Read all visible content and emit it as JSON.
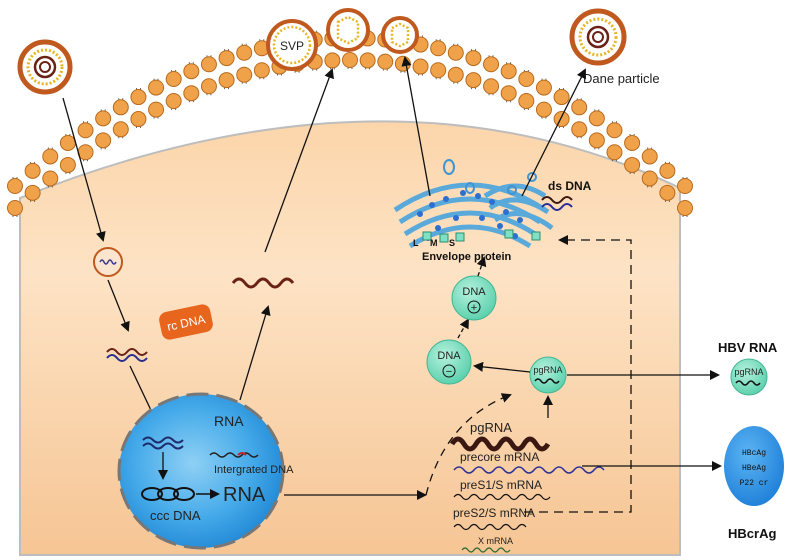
{
  "labels": {
    "svp": "SVP",
    "dane_particle": "Dane particle",
    "ds_dna": "ds DNA",
    "rc_dna": "rc DNA",
    "envelope_protein": "Envelope protein",
    "l": "L",
    "m": "M",
    "s": "S",
    "dna_plus": "DNA",
    "plus_sign": "+",
    "dna_minus": "DNA",
    "minus_sign": "−",
    "pgrna_small": "pgRNA",
    "hbv_rna_title": "HBV RNA",
    "hbv_rna_inner": "pgRNA",
    "rna_nucleus": "RNA",
    "integrated_dna": "Intergrated DNA",
    "ccc_dna": "ccc DNA",
    "rna_big": "RNA",
    "transcripts": [
      "pgRNA",
      "precore mRNA",
      "preS1/S mRNA",
      "preS2/S mRNA",
      "X mRNA"
    ],
    "hbcrag_inner": [
      "HBcAg",
      "HBeAg",
      "P22 cr"
    ],
    "hbcrag_title": "HBcrAg"
  },
  "colors": {
    "cytoplasm_top": "#fde2c4",
    "cytoplasm_bottom": "#f6c795",
    "lipid_head": "#f0a24a",
    "lipid_head_edge": "#b86a1c",
    "nucleus": "#3da7e8",
    "green_circle": "#7fe0c4",
    "hbcrag_blue": "#2f8fe6",
    "virus_shell": "#c0591e",
    "virus_core_dots": "#e7b521",
    "er_blue": "#5aa9db",
    "rc_dna_box": "#e8651e",
    "rna_dark": "#6a2116"
  }
}
